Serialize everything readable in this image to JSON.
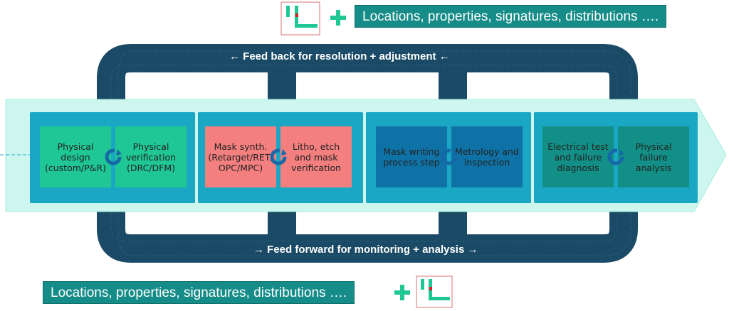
{
  "top_banner": {
    "text": "Locations, properties, signatures, distributions …."
  },
  "bottom_banner": {
    "text": "Locations, properties, signatures, distributions …."
  },
  "feedback_label": "← Feed back for resolution + adjustment ←",
  "feedforward_label": "→  Feed forward for monitoring + analysis →",
  "stages": [
    {
      "steps": [
        "Physical design (custom/P&R)",
        "Physical verification (DRC/DFM)"
      ]
    },
    {
      "steps": [
        "Mask synth. (Retarget/RET/ OPC/MPC)",
        "Litho, etch and mask verification"
      ]
    },
    {
      "steps": [
        "Mask writing process step",
        "Metrology and inspection"
      ]
    },
    {
      "steps": [
        "Electrical test and failure diagnosis",
        "Physical failure analysis"
      ]
    }
  ],
  "colors": {
    "loop": "#1a4a66",
    "arrow_band": "#cdf6ef",
    "stage_bg": [
      "#1aa7c4",
      "#1aa7c4",
      "#1aa7c4",
      "#1aa7c4"
    ],
    "step_fill": [
      "#1fc795",
      "#f47f7f",
      "#0f72a6",
      "#128f86"
    ],
    "banner": "#168c88",
    "plus": "#1fc795"
  },
  "icons": [
    "layout-icon",
    "plus-icon",
    "cycle-icon"
  ]
}
